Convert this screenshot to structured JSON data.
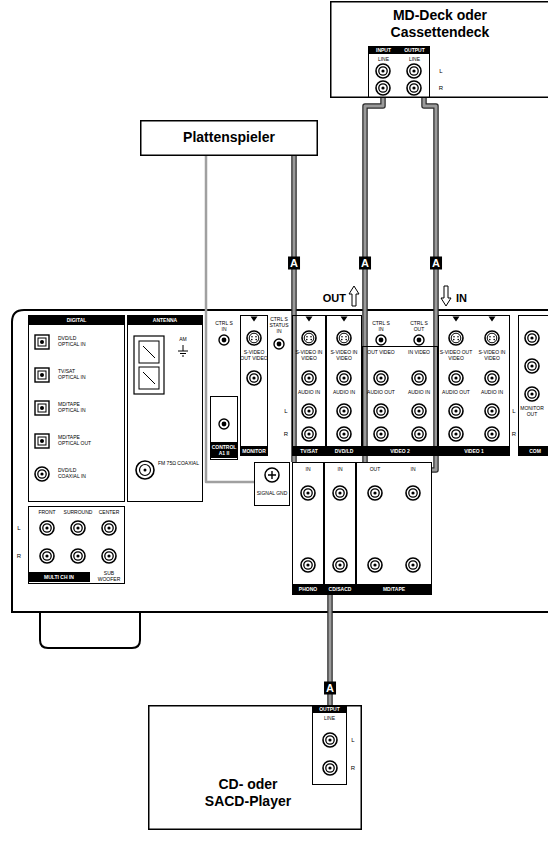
{
  "diagram": {
    "nodes": [
      {
        "text": [
          "MD-Deck oder Cassettendeck",
          "L",
          "R"
        ]
      },
      {
        "text": [
          "INPUT",
          "OUTPUT",
          "LINE",
          "LINE"
        ],
        "in": 0
      },
      {
        "text": [
          "Plattenspieler"
        ]
      },
      {
        "text": [
          "DIGITAL",
          "DVD/LD OPTICAL IN",
          "TV/SAT OPTICAL IN",
          "MD/TAPE OPTICAL IN",
          "MD/TAPE OPTICAL OUT",
          "DVD/LD COAXIAL IN"
        ]
      },
      {
        "text": [
          "ANTENNA",
          "AM",
          "FM 75Ω COAXIAL"
        ]
      },
      {
        "text": [
          "S-VIDEO OUT VIDEO",
          "MONITOR"
        ]
      },
      {
        "text": [
          "S-VIDEO IN VIDEO",
          "AUDIO IN",
          "TV/SAT"
        ]
      },
      {
        "text": [
          "S-VIDEO IN VIDEO",
          "AUDIO IN",
          "DVD/LD"
        ]
      },
      {
        "text": [
          "OUT VIDEO",
          "IN VIDEO",
          "AUDIO OUT",
          "AUDIO IN",
          "VIDEO 2"
        ]
      },
      {
        "text": [
          "S-VIDEO OUT VIDEO",
          "S-VIDEO IN VIDEO",
          "AUDIO OUT",
          "AUDIO IN",
          "VIDEO 1"
        ]
      },
      {
        "text": [
          "MONITOR OUT",
          "COM"
        ]
      },
      {
        "text": [
          "CONTROL A1 II"
        ]
      },
      {
        "text": [
          "FRONT",
          "SURROUND",
          "CENTER",
          "SUB WOOFER",
          "MULTI CH IN"
        ]
      },
      {
        "text": [
          "SIGNAL GND"
        ]
      },
      {
        "text": [
          "IN",
          "PHONO"
        ]
      },
      {
        "text": [
          "IN",
          "CD/SACD"
        ]
      },
      {
        "text": [
          "OUT",
          "IN",
          "MD/TAPE"
        ]
      },
      {
        "text": [
          "CD- oder SACD-Player",
          "L",
          "R"
        ]
      },
      {
        "text": [
          "OUTPUT",
          "LINE"
        ],
        "in": 17
      }
    ],
    "edges": [
      {
        "from": 2,
        "to": 14,
        "arrow": "none",
        "label": "A"
      },
      {
        "from": 2,
        "to": 13,
        "arrow": "none"
      },
      {
        "from": 16,
        "to": 1,
        "arrow": "none",
        "label": "A"
      },
      {
        "from": 1,
        "to": 16,
        "arrow": "none",
        "label": "A"
      },
      {
        "from": 18,
        "to": 15,
        "arrow": "none",
        "label": "A"
      }
    ],
    "labels": [
      "OUT",
      "IN",
      "CTRL S IN",
      "CTRL S STATUS IN",
      "CTRL S IN",
      "CTRL S OUT",
      "L",
      "R",
      "L",
      "R",
      "L",
      "R"
    ]
  }
}
